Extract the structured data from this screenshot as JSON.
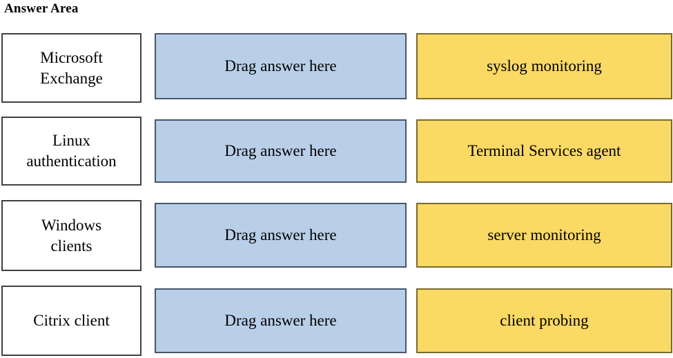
{
  "page": {
    "title": "Answer Area"
  },
  "answer_area": {
    "rows": [
      {
        "target": "Microsoft\nExchange",
        "drop": "Drag answer here",
        "source": "syslog monitoring"
      },
      {
        "target": "Linux\nauthentication",
        "drop": "Drag answer here",
        "source": "Terminal Services agent"
      },
      {
        "target": "Windows\nclients",
        "drop": "Drag answer here",
        "source": "server monitoring"
      },
      {
        "target": "Citrix client",
        "drop": "Drag answer here",
        "source": "client probing"
      }
    ]
  },
  "colors": {
    "drop_fill": "#b9cfe8",
    "drop_border": "#46566b",
    "source_fill": "#fbd965",
    "source_border": "#786a2c",
    "target_fill": "#ffffff",
    "target_border": "#3f3f46",
    "text": "#000000",
    "background": "#ffffff"
  }
}
